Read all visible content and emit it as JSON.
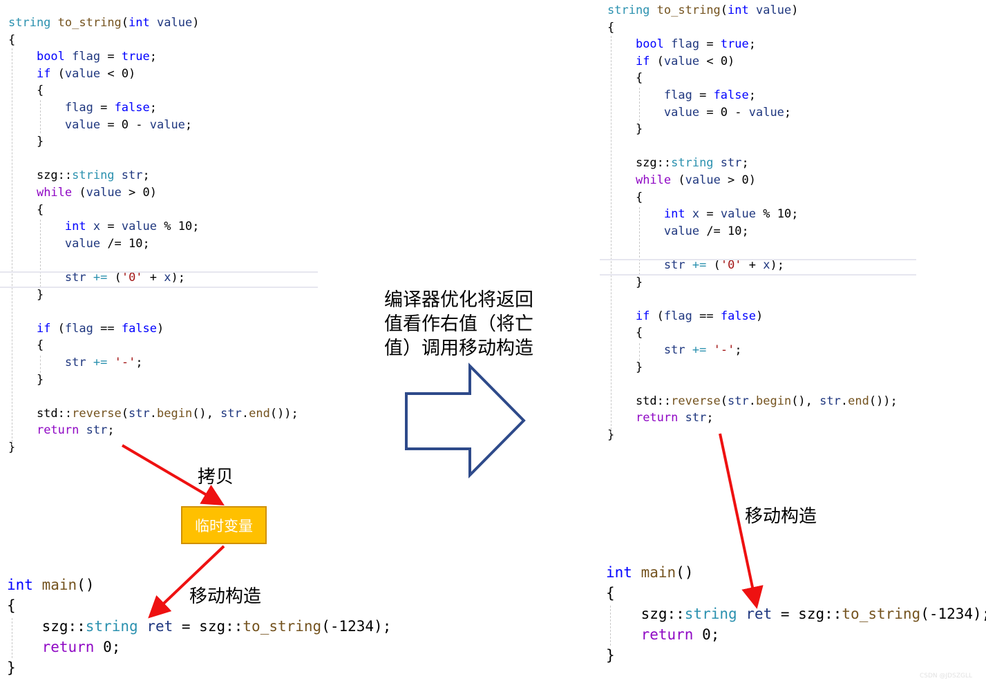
{
  "left_panel": {
    "function_lines": [
      [
        {
          "t": "string",
          "c": "type"
        },
        {
          "t": " ",
          "c": "plain"
        },
        {
          "t": "to_string",
          "c": "fn"
        },
        {
          "t": "(",
          "c": "plain"
        },
        {
          "t": "int",
          "c": "kw"
        },
        {
          "t": " ",
          "c": "plain"
        },
        {
          "t": "value",
          "c": "var"
        },
        {
          "t": ")",
          "c": "plain"
        }
      ],
      [
        {
          "t": "{",
          "c": "plain"
        }
      ],
      [
        {
          "t": "    ",
          "c": "plain"
        },
        {
          "t": "bool",
          "c": "kw"
        },
        {
          "t": " ",
          "c": "plain"
        },
        {
          "t": "flag",
          "c": "var"
        },
        {
          "t": " = ",
          "c": "plain"
        },
        {
          "t": "true",
          "c": "kw"
        },
        {
          "t": ";",
          "c": "plain"
        }
      ],
      [
        {
          "t": "    ",
          "c": "plain"
        },
        {
          "t": "if",
          "c": "kw"
        },
        {
          "t": " (",
          "c": "plain"
        },
        {
          "t": "value",
          "c": "var"
        },
        {
          "t": " < 0)",
          "c": "plain"
        }
      ],
      [
        {
          "t": "    {",
          "c": "plain"
        }
      ],
      [
        {
          "t": "        ",
          "c": "plain"
        },
        {
          "t": "flag",
          "c": "var"
        },
        {
          "t": " = ",
          "c": "plain"
        },
        {
          "t": "false",
          "c": "kw"
        },
        {
          "t": ";",
          "c": "plain"
        }
      ],
      [
        {
          "t": "        ",
          "c": "plain"
        },
        {
          "t": "value",
          "c": "var"
        },
        {
          "t": " = 0 - ",
          "c": "plain"
        },
        {
          "t": "value",
          "c": "var"
        },
        {
          "t": ";",
          "c": "plain"
        }
      ],
      [
        {
          "t": "    }",
          "c": "plain"
        }
      ],
      [
        {
          "t": "",
          "c": "plain"
        }
      ],
      [
        {
          "t": "    szg::",
          "c": "plain"
        },
        {
          "t": "string",
          "c": "type"
        },
        {
          "t": " ",
          "c": "plain"
        },
        {
          "t": "str",
          "c": "var"
        },
        {
          "t": ";",
          "c": "plain"
        }
      ],
      [
        {
          "t": "    ",
          "c": "plain"
        },
        {
          "t": "while",
          "c": "ctrl"
        },
        {
          "t": " (",
          "c": "plain"
        },
        {
          "t": "value",
          "c": "var"
        },
        {
          "t": " > 0)",
          "c": "plain"
        }
      ],
      [
        {
          "t": "    {",
          "c": "plain"
        }
      ],
      [
        {
          "t": "        ",
          "c": "plain"
        },
        {
          "t": "int",
          "c": "kw"
        },
        {
          "t": " ",
          "c": "plain"
        },
        {
          "t": "x",
          "c": "var"
        },
        {
          "t": " = ",
          "c": "plain"
        },
        {
          "t": "value",
          "c": "var"
        },
        {
          "t": " % 10;",
          "c": "plain"
        }
      ],
      [
        {
          "t": "        ",
          "c": "plain"
        },
        {
          "t": "value",
          "c": "var"
        },
        {
          "t": " /= 10;",
          "c": "plain"
        }
      ],
      [
        {
          "t": "",
          "c": "plain"
        }
      ],
      [
        {
          "t": "        ",
          "c": "plain"
        },
        {
          "t": "str",
          "c": "var"
        },
        {
          "t": " ",
          "c": "plain"
        },
        {
          "t": "+=",
          "c": "type"
        },
        {
          "t": " (",
          "c": "plain"
        },
        {
          "t": "'0'",
          "c": "str"
        },
        {
          "t": " + ",
          "c": "plain"
        },
        {
          "t": "x",
          "c": "var"
        },
        {
          "t": ");",
          "c": "plain"
        }
      ],
      [
        {
          "t": "    }",
          "c": "plain"
        }
      ],
      [
        {
          "t": "",
          "c": "plain"
        }
      ],
      [
        {
          "t": "    ",
          "c": "plain"
        },
        {
          "t": "if",
          "c": "kw"
        },
        {
          "t": " (",
          "c": "plain"
        },
        {
          "t": "flag",
          "c": "var"
        },
        {
          "t": " == ",
          "c": "plain"
        },
        {
          "t": "false",
          "c": "kw"
        },
        {
          "t": ")",
          "c": "plain"
        }
      ],
      [
        {
          "t": "    {",
          "c": "plain"
        }
      ],
      [
        {
          "t": "        ",
          "c": "plain"
        },
        {
          "t": "str",
          "c": "var"
        },
        {
          "t": " ",
          "c": "plain"
        },
        {
          "t": "+=",
          "c": "type"
        },
        {
          "t": " ",
          "c": "plain"
        },
        {
          "t": "'-'",
          "c": "str"
        },
        {
          "t": ";",
          "c": "plain"
        }
      ],
      [
        {
          "t": "    }",
          "c": "plain"
        }
      ],
      [
        {
          "t": "",
          "c": "plain"
        }
      ],
      [
        {
          "t": "    std::",
          "c": "plain"
        },
        {
          "t": "reverse",
          "c": "fn"
        },
        {
          "t": "(",
          "c": "plain"
        },
        {
          "t": "str",
          "c": "var"
        },
        {
          "t": ".",
          "c": "plain"
        },
        {
          "t": "begin",
          "c": "fn"
        },
        {
          "t": "(), ",
          "c": "plain"
        },
        {
          "t": "str",
          "c": "var"
        },
        {
          "t": ".",
          "c": "plain"
        },
        {
          "t": "end",
          "c": "fn"
        },
        {
          "t": "());",
          "c": "plain"
        }
      ],
      [
        {
          "t": "    ",
          "c": "plain"
        },
        {
          "t": "return",
          "c": "ctrl"
        },
        {
          "t": " ",
          "c": "plain"
        },
        {
          "t": "str",
          "c": "var"
        },
        {
          "t": ";",
          "c": "plain"
        }
      ],
      [
        {
          "t": "}",
          "c": "plain"
        }
      ]
    ],
    "main_lines": [
      [
        {
          "t": "int",
          "c": "kw"
        },
        {
          "t": " ",
          "c": "plain"
        },
        {
          "t": "main",
          "c": "fn"
        },
        {
          "t": "()",
          "c": "plain"
        }
      ],
      [
        {
          "t": "{",
          "c": "plain"
        }
      ],
      [
        {
          "t": "    szg::",
          "c": "plain"
        },
        {
          "t": "string",
          "c": "type"
        },
        {
          "t": " ",
          "c": "plain"
        },
        {
          "t": "ret",
          "c": "var"
        },
        {
          "t": " = szg::",
          "c": "plain"
        },
        {
          "t": "to_string",
          "c": "fn"
        },
        {
          "t": "(-1234);",
          "c": "plain"
        }
      ],
      [
        {
          "t": "    ",
          "c": "plain"
        },
        {
          "t": "return",
          "c": "ctrl"
        },
        {
          "t": " 0;",
          "c": "plain"
        }
      ],
      [
        {
          "t": "}",
          "c": "plain"
        }
      ]
    ],
    "copy_label": "拷贝",
    "temp_label": "临时变量",
    "move_label": "移动构造"
  },
  "center": {
    "lines": [
      "编译器优化将返回",
      "值看作右值（将亡",
      "值）调用移动构造"
    ]
  },
  "right_panel": {
    "function_lines": [
      [
        {
          "t": "string",
          "c": "type"
        },
        {
          "t": " ",
          "c": "plain"
        },
        {
          "t": "to_string",
          "c": "fn"
        },
        {
          "t": "(",
          "c": "plain"
        },
        {
          "t": "int",
          "c": "kw"
        },
        {
          "t": " ",
          "c": "plain"
        },
        {
          "t": "value",
          "c": "var"
        },
        {
          "t": ")",
          "c": "plain"
        }
      ],
      [
        {
          "t": "{",
          "c": "plain"
        }
      ],
      [
        {
          "t": "    ",
          "c": "plain"
        },
        {
          "t": "bool",
          "c": "kw"
        },
        {
          "t": " ",
          "c": "plain"
        },
        {
          "t": "flag",
          "c": "var"
        },
        {
          "t": " = ",
          "c": "plain"
        },
        {
          "t": "true",
          "c": "kw"
        },
        {
          "t": ";",
          "c": "plain"
        }
      ],
      [
        {
          "t": "    ",
          "c": "plain"
        },
        {
          "t": "if",
          "c": "kw"
        },
        {
          "t": " (",
          "c": "plain"
        },
        {
          "t": "value",
          "c": "var"
        },
        {
          "t": " < 0)",
          "c": "plain"
        }
      ],
      [
        {
          "t": "    {",
          "c": "plain"
        }
      ],
      [
        {
          "t": "        ",
          "c": "plain"
        },
        {
          "t": "flag",
          "c": "var"
        },
        {
          "t": " = ",
          "c": "plain"
        },
        {
          "t": "false",
          "c": "kw"
        },
        {
          "t": ";",
          "c": "plain"
        }
      ],
      [
        {
          "t": "        ",
          "c": "plain"
        },
        {
          "t": "value",
          "c": "var"
        },
        {
          "t": " = 0 - ",
          "c": "plain"
        },
        {
          "t": "value",
          "c": "var"
        },
        {
          "t": ";",
          "c": "plain"
        }
      ],
      [
        {
          "t": "    }",
          "c": "plain"
        }
      ],
      [
        {
          "t": "",
          "c": "plain"
        }
      ],
      [
        {
          "t": "    szg::",
          "c": "plain"
        },
        {
          "t": "string",
          "c": "type"
        },
        {
          "t": " ",
          "c": "plain"
        },
        {
          "t": "str",
          "c": "var"
        },
        {
          "t": ";",
          "c": "plain"
        }
      ],
      [
        {
          "t": "    ",
          "c": "plain"
        },
        {
          "t": "while",
          "c": "ctrl"
        },
        {
          "t": " (",
          "c": "plain"
        },
        {
          "t": "value",
          "c": "var"
        },
        {
          "t": " > 0)",
          "c": "plain"
        }
      ],
      [
        {
          "t": "    {",
          "c": "plain"
        }
      ],
      [
        {
          "t": "        ",
          "c": "plain"
        },
        {
          "t": "int",
          "c": "kw"
        },
        {
          "t": " ",
          "c": "plain"
        },
        {
          "t": "x",
          "c": "var"
        },
        {
          "t": " = ",
          "c": "plain"
        },
        {
          "t": "value",
          "c": "var"
        },
        {
          "t": " % 10;",
          "c": "plain"
        }
      ],
      [
        {
          "t": "        ",
          "c": "plain"
        },
        {
          "t": "value",
          "c": "var"
        },
        {
          "t": " /= 10;",
          "c": "plain"
        }
      ],
      [
        {
          "t": "",
          "c": "plain"
        }
      ],
      [
        {
          "t": "        ",
          "c": "plain"
        },
        {
          "t": "str",
          "c": "var"
        },
        {
          "t": " ",
          "c": "plain"
        },
        {
          "t": "+=",
          "c": "type"
        },
        {
          "t": " (",
          "c": "plain"
        },
        {
          "t": "'0'",
          "c": "str"
        },
        {
          "t": " + ",
          "c": "plain"
        },
        {
          "t": "x",
          "c": "var"
        },
        {
          "t": ");",
          "c": "plain"
        }
      ],
      [
        {
          "t": "    }",
          "c": "plain"
        }
      ],
      [
        {
          "t": "",
          "c": "plain"
        }
      ],
      [
        {
          "t": "    ",
          "c": "plain"
        },
        {
          "t": "if",
          "c": "kw"
        },
        {
          "t": " (",
          "c": "plain"
        },
        {
          "t": "flag",
          "c": "var"
        },
        {
          "t": " == ",
          "c": "plain"
        },
        {
          "t": "false",
          "c": "kw"
        },
        {
          "t": ")",
          "c": "plain"
        }
      ],
      [
        {
          "t": "    {",
          "c": "plain"
        }
      ],
      [
        {
          "t": "        ",
          "c": "plain"
        },
        {
          "t": "str",
          "c": "var"
        },
        {
          "t": " ",
          "c": "plain"
        },
        {
          "t": "+=",
          "c": "type"
        },
        {
          "t": " ",
          "c": "plain"
        },
        {
          "t": "'-'",
          "c": "str"
        },
        {
          "t": ";",
          "c": "plain"
        }
      ],
      [
        {
          "t": "    }",
          "c": "plain"
        }
      ],
      [
        {
          "t": "",
          "c": "plain"
        }
      ],
      [
        {
          "t": "    std::",
          "c": "plain"
        },
        {
          "t": "reverse",
          "c": "fn"
        },
        {
          "t": "(",
          "c": "plain"
        },
        {
          "t": "str",
          "c": "var"
        },
        {
          "t": ".",
          "c": "plain"
        },
        {
          "t": "begin",
          "c": "fn"
        },
        {
          "t": "(), ",
          "c": "plain"
        },
        {
          "t": "str",
          "c": "var"
        },
        {
          "t": ".",
          "c": "plain"
        },
        {
          "t": "end",
          "c": "fn"
        },
        {
          "t": "());",
          "c": "plain"
        }
      ],
      [
        {
          "t": "    ",
          "c": "plain"
        },
        {
          "t": "return",
          "c": "ctrl"
        },
        {
          "t": " ",
          "c": "plain"
        },
        {
          "t": "str",
          "c": "var"
        },
        {
          "t": ";",
          "c": "plain"
        }
      ],
      [
        {
          "t": "}",
          "c": "plain"
        }
      ]
    ],
    "main_lines": [
      [
        {
          "t": "int",
          "c": "kw"
        },
        {
          "t": " ",
          "c": "plain"
        },
        {
          "t": "main",
          "c": "fn"
        },
        {
          "t": "()",
          "c": "plain"
        }
      ],
      [
        {
          "t": "{",
          "c": "plain"
        }
      ],
      [
        {
          "t": "    szg::",
          "c": "plain"
        },
        {
          "t": "string",
          "c": "type"
        },
        {
          "t": " ",
          "c": "plain"
        },
        {
          "t": "ret",
          "c": "var"
        },
        {
          "t": " = szg::",
          "c": "plain"
        },
        {
          "t": "to_string",
          "c": "fn"
        },
        {
          "t": "(-1234);",
          "c": "plain"
        }
      ],
      [
        {
          "t": "    ",
          "c": "plain"
        },
        {
          "t": "return",
          "c": "ctrl"
        },
        {
          "t": " 0;",
          "c": "plain"
        }
      ],
      [
        {
          "t": "}",
          "c": "plain"
        }
      ]
    ],
    "move_label": "移动构造"
  },
  "colors": {
    "keyword": "#0000ff",
    "type": "#2b91af",
    "control": "#8f08c4",
    "function": "#74531f",
    "variable": "#1f377f",
    "string_literal": "#a31515",
    "arrow_red": "#ee1111",
    "big_arrow_stroke": "#2e4a8a",
    "temp_box_fill": "#ffc000"
  }
}
